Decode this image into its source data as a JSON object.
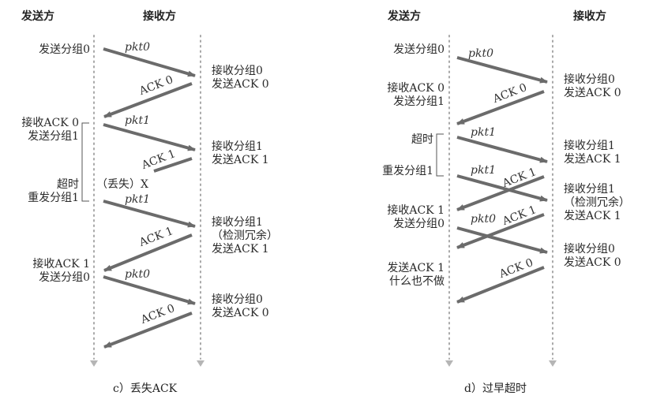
{
  "panels": [
    {
      "id": "c",
      "caption": "c）丢失ACK",
      "sender_header": "发送方",
      "receiver_header": "接收方",
      "sender_events": [
        {
          "lines": [
            "发送分组0"
          ]
        },
        {
          "lines": [
            "接收ACK 0",
            "发送分组1"
          ]
        },
        {
          "lines": [
            "超时",
            "重发分组1"
          ]
        },
        {
          "lines": [
            "接收ACK 1",
            "发送分组0"
          ]
        }
      ],
      "receiver_events": [
        {
          "lines": [
            "接收分组0",
            "发送ACK 0"
          ]
        },
        {
          "lines": [
            "接收分组1",
            "发送ACK 1"
          ]
        },
        {
          "lines": [
            "接收分组1",
            "（检测冗余）",
            "发送ACK 1"
          ]
        },
        {
          "lines": [
            "接收分组0",
            "发送ACK 0"
          ]
        }
      ],
      "loss_marker": "（丢失）X",
      "messages": [
        {
          "label": "pkt0",
          "dir": "sender-to-receiver"
        },
        {
          "label": "ACK 0",
          "dir": "receiver-to-sender"
        },
        {
          "label": "pkt1",
          "dir": "sender-to-receiver"
        },
        {
          "label": "ACK 1",
          "dir": "receiver-to-sender",
          "lost": true
        },
        {
          "label": "pkt1",
          "dir": "sender-to-receiver"
        },
        {
          "label": "ACK 1",
          "dir": "receiver-to-sender"
        },
        {
          "label": "pkt0",
          "dir": "sender-to-receiver"
        },
        {
          "label": "ACK 0",
          "dir": "receiver-to-sender"
        }
      ]
    },
    {
      "id": "d",
      "caption": "d）过早超时",
      "sender_header": "发送方",
      "receiver_header": "接收方",
      "sender_events": [
        {
          "lines": [
            "发送分组0"
          ]
        },
        {
          "lines": [
            "接收ACK 0",
            "发送分组1"
          ]
        },
        {
          "lines": [
            "超时"
          ]
        },
        {
          "lines": [
            "重发分组1"
          ]
        },
        {
          "lines": [
            "接收ACK 1",
            "发送分组0"
          ]
        },
        {
          "lines": [
            "发送ACK 1",
            "什么也不做"
          ]
        }
      ],
      "receiver_events": [
        {
          "lines": [
            "接收分组0",
            "发送ACK 0"
          ]
        },
        {
          "lines": [
            "接收分组1",
            "发送ACK 1"
          ]
        },
        {
          "lines": [
            "接收分组1",
            "（检测冗余）",
            "发送ACK 1"
          ]
        },
        {
          "lines": [
            "接收分组0",
            "发送ACK 0"
          ]
        }
      ],
      "messages": [
        {
          "label": "pkt0",
          "dir": "sender-to-receiver"
        },
        {
          "label": "ACK 0",
          "dir": "receiver-to-sender"
        },
        {
          "label": "pkt1",
          "dir": "sender-to-receiver"
        },
        {
          "label": "pkt1",
          "dir": "sender-to-receiver"
        },
        {
          "label": "ACK 1",
          "dir": "receiver-to-sender"
        },
        {
          "label": "ACK 1",
          "dir": "receiver-to-sender"
        },
        {
          "label": "pkt0",
          "dir": "sender-to-receiver"
        },
        {
          "label": "ACK 0",
          "dir": "receiver-to-sender"
        }
      ]
    }
  ],
  "colors": {
    "arrow": "#6b6b6b",
    "timeline": "#a8a8a8",
    "text": "#2a2a2a"
  }
}
